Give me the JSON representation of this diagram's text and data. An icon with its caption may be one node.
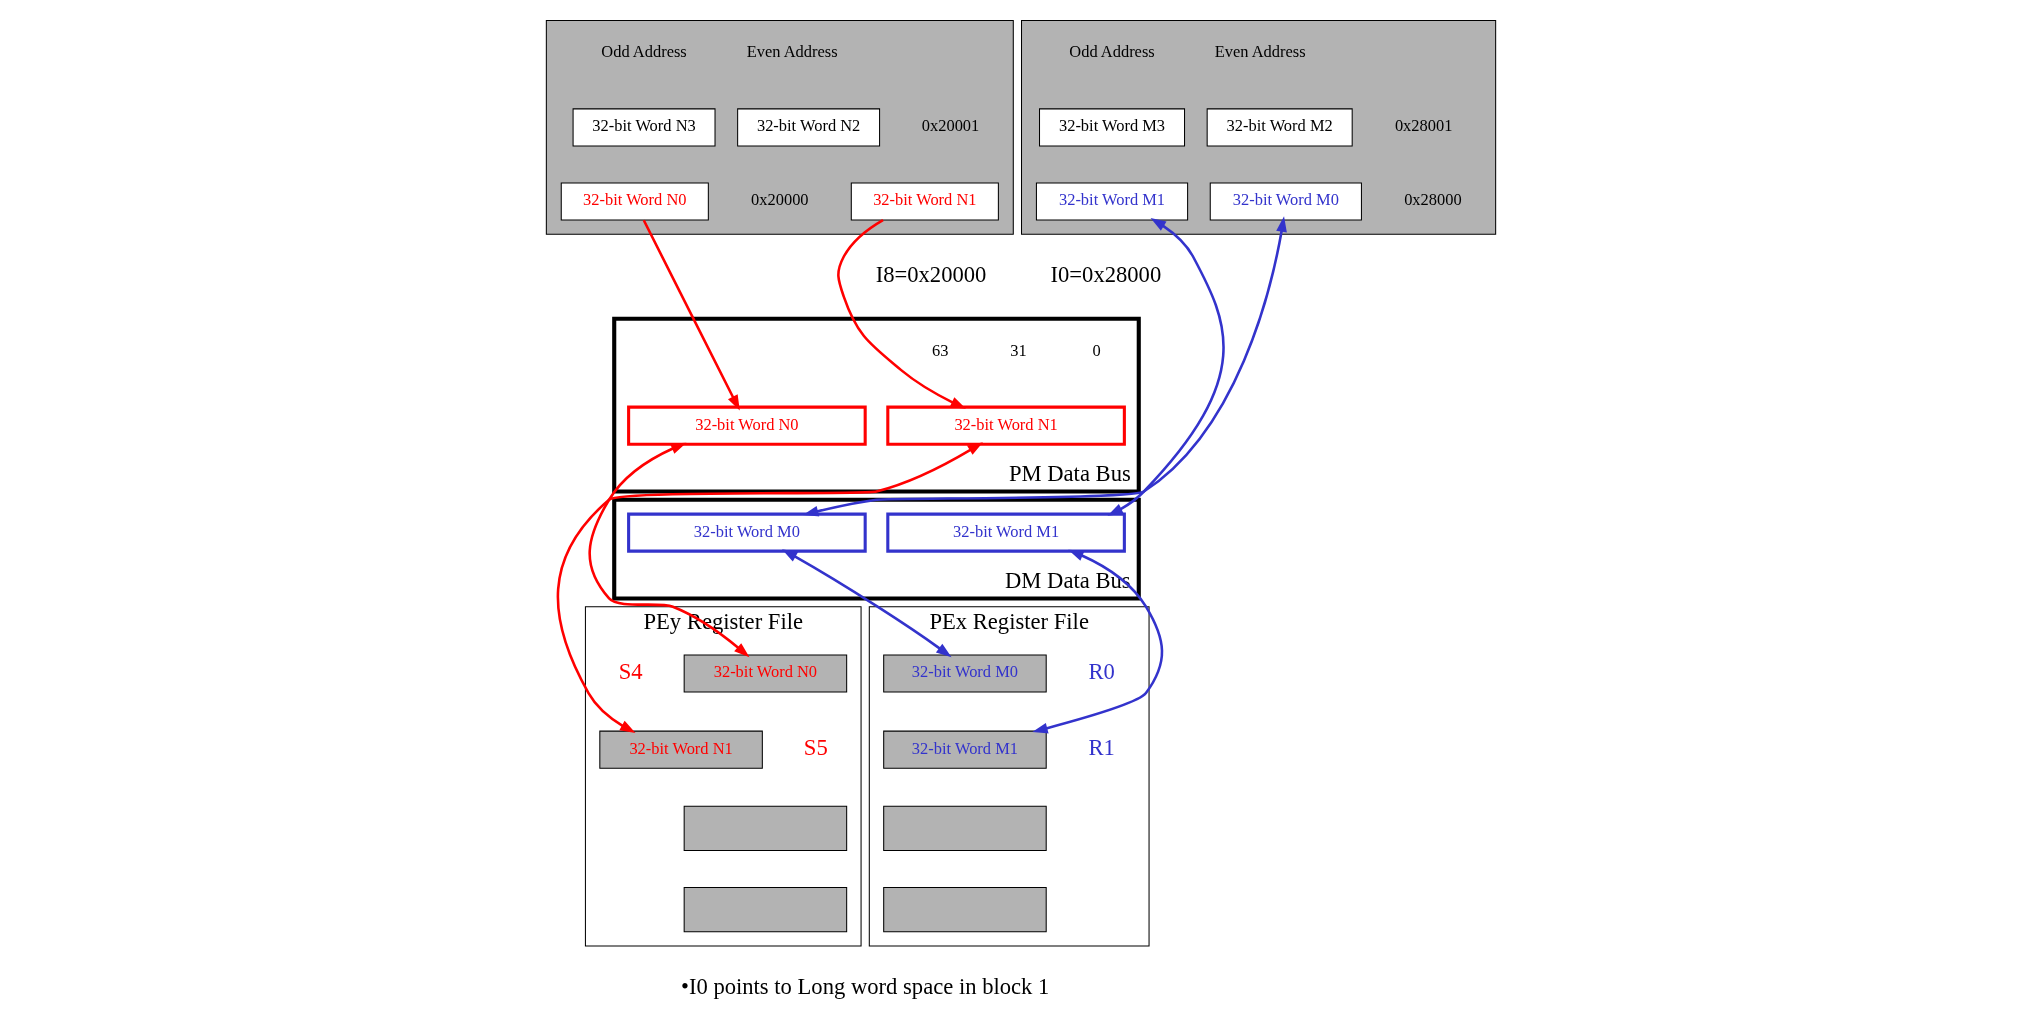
{
  "diagram": {
    "nodes": [
      {
        "text": [],
        "shape": "box"
      },
      {
        "text": [
          "32-bit Word N3"
        ],
        "in": 0
      },
      {
        "text": [
          "32-bit Word N2"
        ],
        "in": 0
      },
      {
        "text": [
          "32-bit Word N1"
        ],
        "in": 0
      },
      {
        "text": [
          "32-bit Word N0"
        ],
        "in": 0
      },
      {
        "text": [],
        "shape": "box"
      },
      {
        "text": [
          "32-bit Word M3"
        ],
        "in": 5
      },
      {
        "text": [
          "32-bit Word M2"
        ],
        "in": 5
      },
      {
        "text": [
          "32-bit Word M1"
        ],
        "in": 5
      },
      {
        "text": [
          "32-bit Word M0"
        ],
        "in": 5
      },
      {
        "text": [
          "PM Data Bus"
        ]
      },
      {
        "text": [
          "32-bit Word N1"
        ],
        "in": 10
      },
      {
        "text": [
          "32-bit Word N0"
        ],
        "in": 10
      },
      {
        "text": [
          "DM Data Bus"
        ]
      },
      {
        "text": [
          "32-bit Word M1"
        ],
        "in": 13
      },
      {
        "text": [
          "32-bit Word M0"
        ],
        "in": 13
      },
      {
        "text": [
          "PEy Register File"
        ]
      },
      {
        "text": [
          "32-bit Word N0"
        ],
        "in": 16,
        "beside": [
          "S4"
        ]
      },
      {
        "text": [
          "32-bit Word N1"
        ],
        "in": 16,
        "beside": [
          "S5"
        ]
      },
      {
        "text": [],
        "shape": "box",
        "in": 16
      },
      {
        "text": [],
        "shape": "box",
        "in": 16
      },
      {
        "text": [
          "PEx Register File"
        ]
      },
      {
        "text": [
          "32-bit Word M0"
        ],
        "in": 21,
        "beside": [
          "R0"
        ]
      },
      {
        "text": [
          "32-bit Word M1"
        ],
        "in": 21,
        "beside": [
          "R1"
        ]
      },
      {
        "text": [],
        "shape": "box",
        "in": 21
      },
      {
        "text": [],
        "shape": "box",
        "in": 21
      }
    ],
    "edges": [
      {
        "from": 3,
        "to": 11,
        "arrow": "to",
        "color": "#ff0000"
      },
      {
        "from": 4,
        "to": 12,
        "arrow": "to",
        "color": "#ff0000"
      },
      {
        "from": 8,
        "to": 14,
        "arrow": "both",
        "color": "#3333cc"
      },
      {
        "from": 9,
        "to": 15,
        "arrow": "both",
        "color": "#3333cc"
      },
      {
        "from": 12,
        "to": 17,
        "arrow": "both",
        "color": "#ff0000"
      },
      {
        "from": 11,
        "to": 18,
        "arrow": "both",
        "color": "#ff0000"
      },
      {
        "from": 15,
        "to": 22,
        "arrow": "both",
        "color": "#3333cc"
      },
      {
        "from": 14,
        "to": 23,
        "arrow": "both",
        "color": "#3333cc"
      }
    ],
    "labels": [
      "I8=0x20000",
      "I0=0x28000",
      "Odd Address",
      "Even Address",
      "0x20001",
      "0x20000",
      "Odd Address",
      "Even Address",
      "0x28001",
      "0x28000",
      "63",
      "31",
      "0",
      "•I0 points to Long word space in block 1"
    ]
  }
}
